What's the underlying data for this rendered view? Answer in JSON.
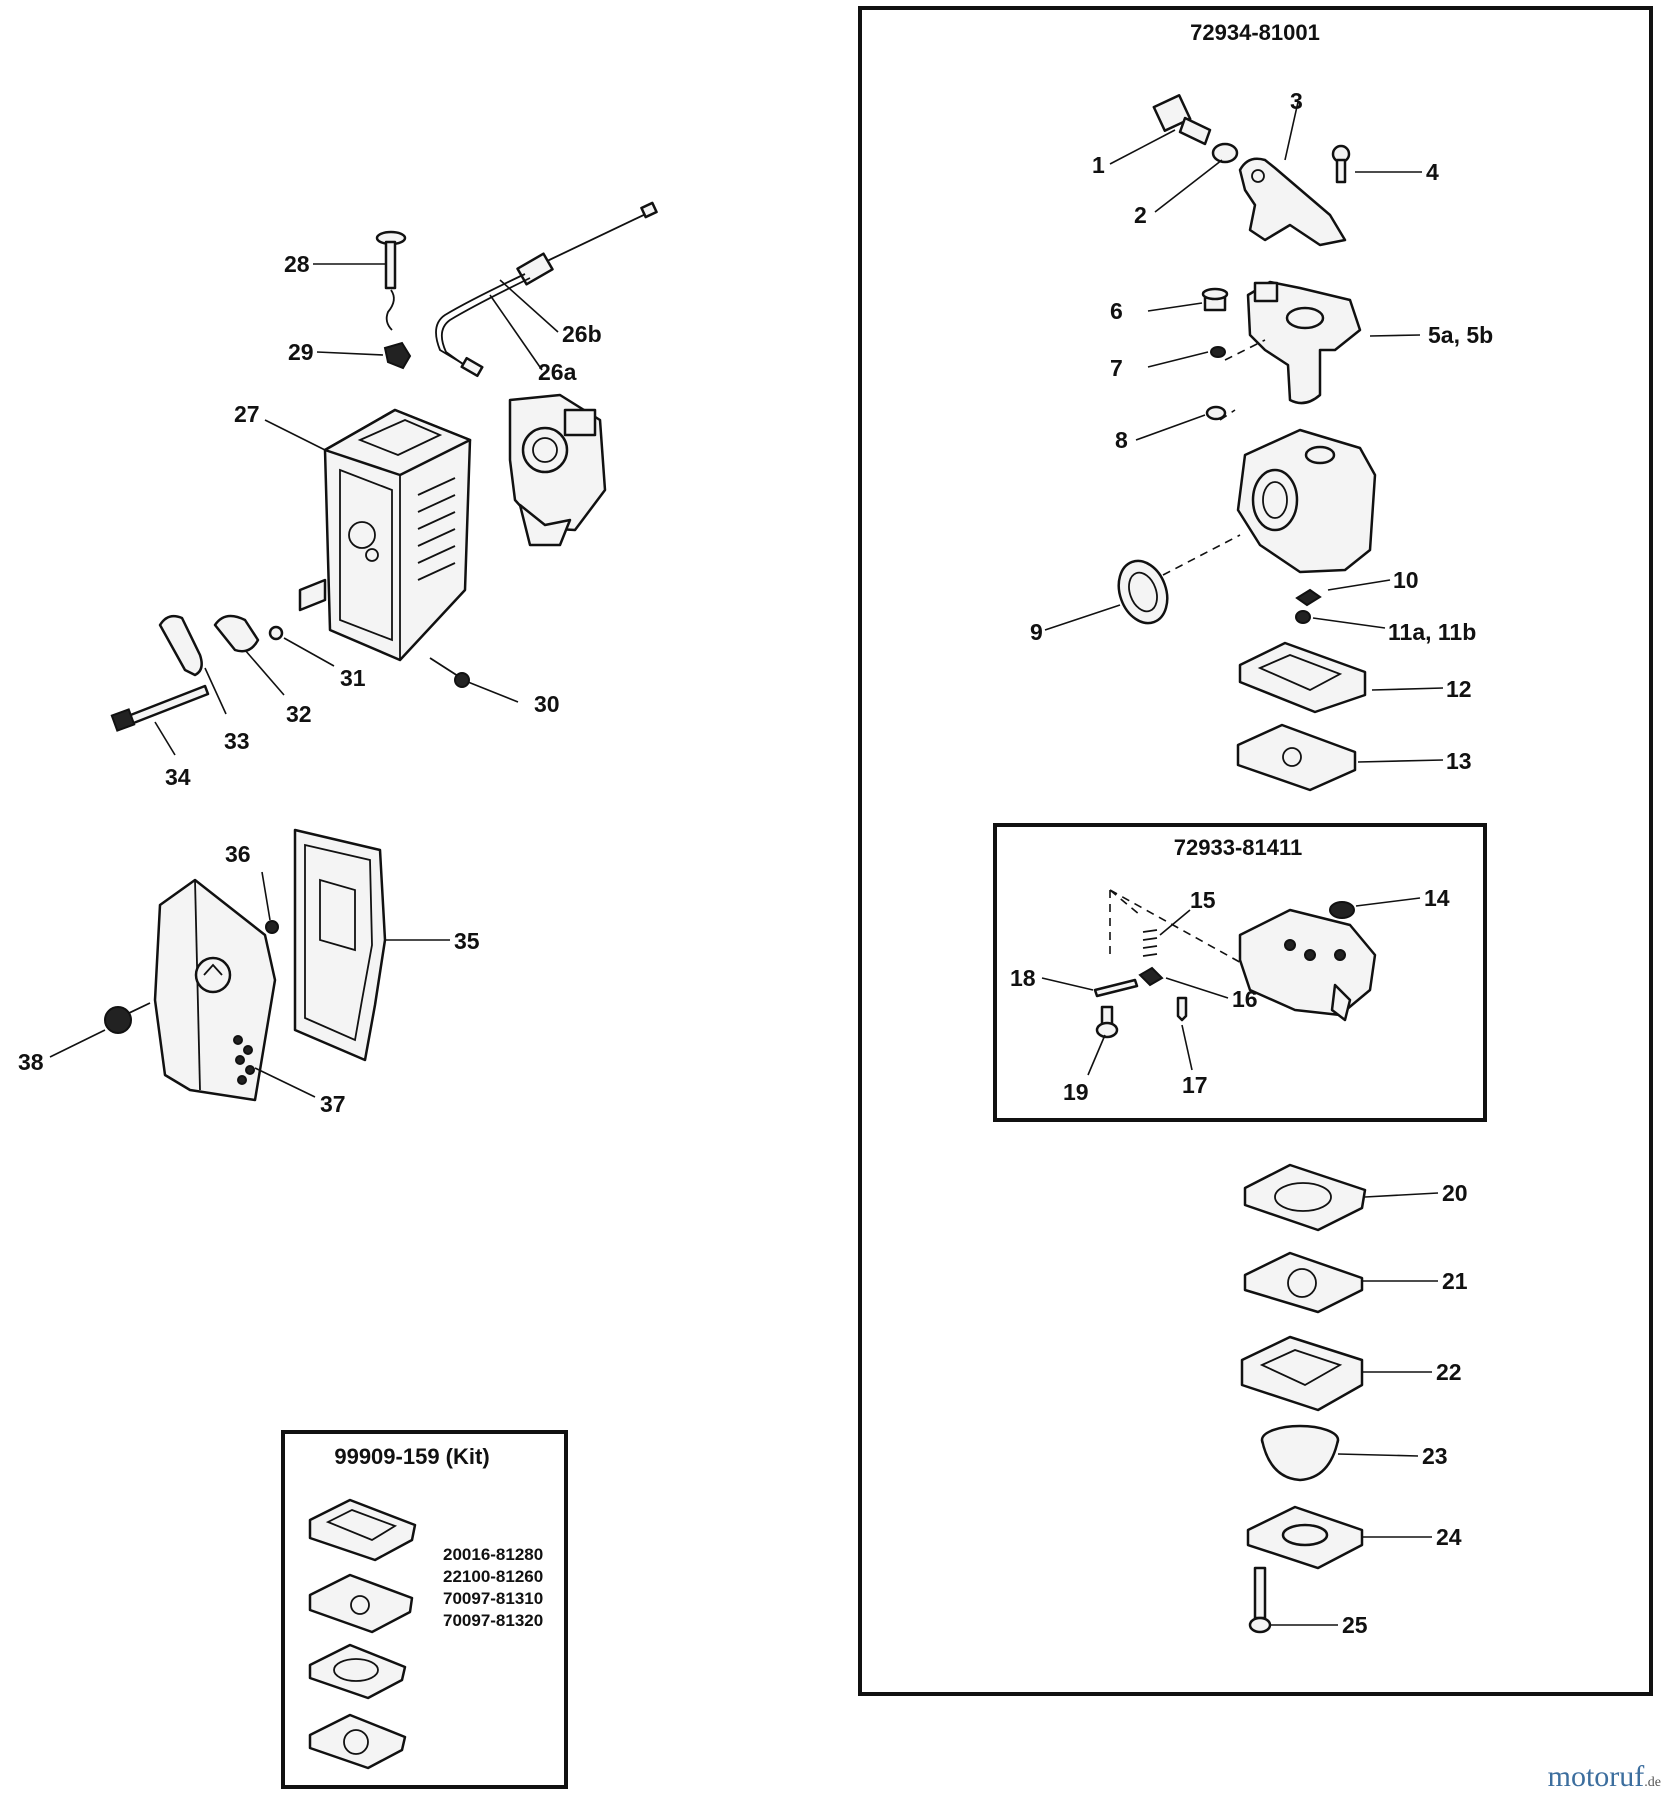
{
  "kits": {
    "carb_assembly": "72934-81001",
    "sub_assembly": "72933-81411",
    "kit": "99909-159 (Kit)",
    "kit_parts": [
      "20016-81280",
      "22100-81260",
      "70097-81310",
      "70097-81320"
    ]
  },
  "labels": {
    "p1": "1",
    "p2": "2",
    "p3": "3",
    "p4": "4",
    "p5": "5a, 5b",
    "p6": "6",
    "p7": "7",
    "p8": "8",
    "p9": "9",
    "p10": "10",
    "p11": "11a, 11b",
    "p12": "12",
    "p13": "13",
    "p14": "14",
    "p15": "15",
    "p16": "16",
    "p17": "17",
    "p18": "18",
    "p19": "19",
    "p20": "20",
    "p21": "21",
    "p22": "22",
    "p23": "23",
    "p24": "24",
    "p25": "25",
    "p26a": "26a",
    "p26b": "26b",
    "p27": "27",
    "p28": "28",
    "p29": "29",
    "p30": "30",
    "p31": "31",
    "p32": "32",
    "p33": "33",
    "p34": "34",
    "p35": "35",
    "p36": "36",
    "p37": "37",
    "p38": "38"
  },
  "watermark": {
    "name": "motoruf",
    "tld": ".de"
  }
}
